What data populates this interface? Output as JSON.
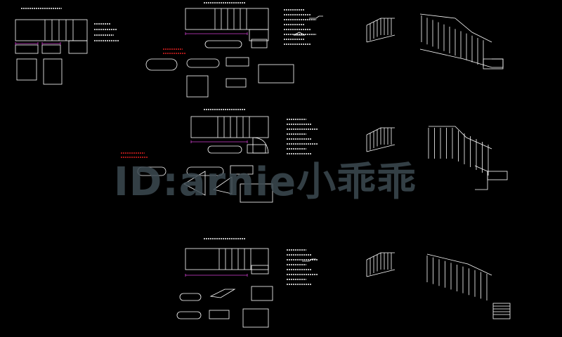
{
  "watermark": "ID:arnie小乖乖",
  "colors": {
    "background": "#000000",
    "line": "#ffffff",
    "dimension": "#d040d0",
    "annotation_red": "#e02020",
    "watermark": "#3d4a52"
  },
  "sheets": [
    {
      "id": "sheet-1",
      "title_row": "top",
      "plan": "stair-plan-top",
      "views": [
        "isometric-left",
        "isometric-right"
      ]
    },
    {
      "id": "sheet-2",
      "title_row": "middle",
      "plan": "stair-plan-middle",
      "views": [
        "isometric-left",
        "isometric-right"
      ]
    },
    {
      "id": "sheet-3",
      "title_row": "bottom",
      "plan": "stair-plan-bottom",
      "views": [
        "isometric-left",
        "isometric-right"
      ]
    }
  ],
  "icons": [
    "stair-plan-icon",
    "handrail-profile-icon",
    "baluster-icon",
    "landing-icon"
  ]
}
